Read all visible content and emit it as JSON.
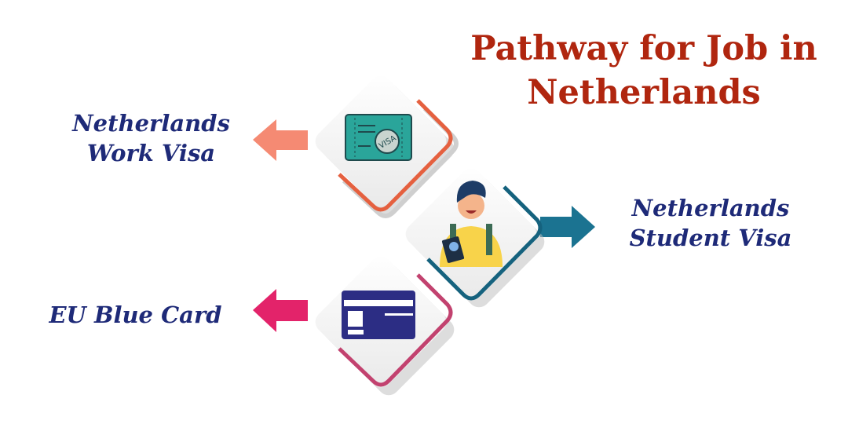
{
  "title": {
    "line1": "Pathway for Job in",
    "line2": "Netherlands"
  },
  "items": [
    {
      "line1": "Netherlands",
      "line2": "Work Visa",
      "icon": "visa-stamp-icon",
      "accent": "#e5603f",
      "arrow_color": "#f58a73",
      "arrow_direction": "left"
    },
    {
      "line1": "Netherlands",
      "line2": "Student Visa",
      "icon": "student-with-passport-icon",
      "accent": "#15627e",
      "arrow_color": "#1b7391",
      "arrow_direction": "right"
    },
    {
      "line1": "EU Blue Card",
      "icon": "id-card-icon",
      "accent": "#c2426f",
      "arrow_color": "#e3236a",
      "arrow_direction": "left"
    }
  ],
  "colors": {
    "title": "#b0260f",
    "label": "#1e2a78"
  }
}
